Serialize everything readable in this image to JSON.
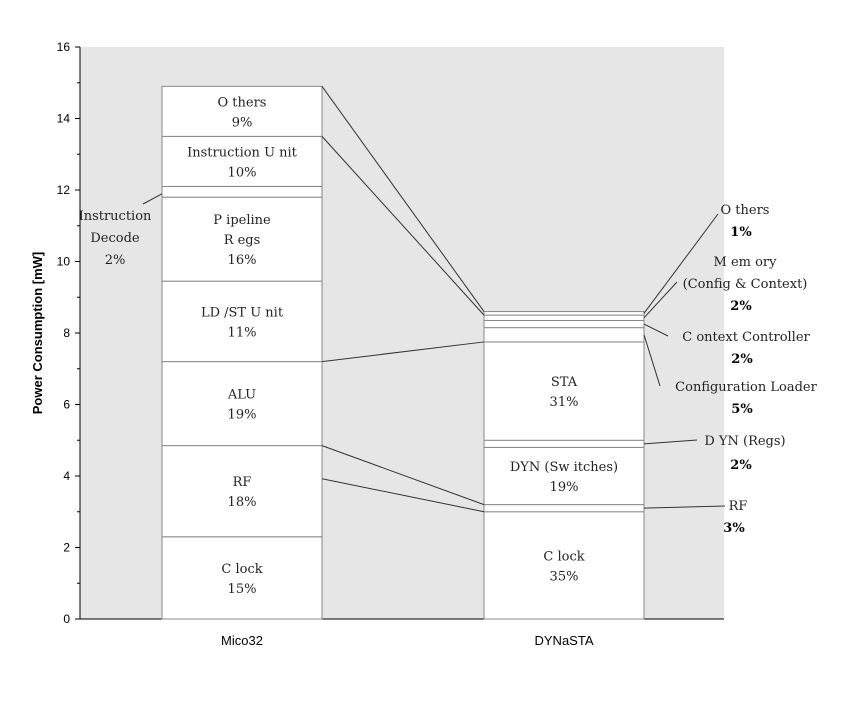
{
  "chart_data": {
    "type": "bar",
    "stacked": true,
    "xlabel": "",
    "ylabel": "Power Consumption [mW]",
    "ylim": [
      0,
      16
    ],
    "y_ticks": [
      "0",
      "2",
      "4",
      "6",
      "8",
      "10",
      "12",
      "14",
      "16"
    ],
    "grid": false,
    "categories": [
      "Mico32",
      "DYNaSTA"
    ],
    "stacks": [
      {
        "category": "Mico32",
        "segments": [
          {
            "name": "Clock",
            "value": 2.3,
            "label": "C lock",
            "pct": "15%"
          },
          {
            "name": "RF",
            "value": 2.55,
            "label": "RF",
            "pct": "18%"
          },
          {
            "name": "ALU",
            "value": 2.35,
            "label": "ALU",
            "pct": "19%"
          },
          {
            "name": "LD/ST Unit",
            "value": 2.25,
            "label": "LD /ST U nit",
            "pct": "11%"
          },
          {
            "name": "Pipeline Regs",
            "value": 2.35,
            "label": "P ipeline\nR egs",
            "pct": "16%"
          },
          {
            "name": "Instruction Decode",
            "value": 0.3,
            "label": "",
            "pct": ""
          },
          {
            "name": "Instruction Unit",
            "value": 1.4,
            "label": "Instruction U nit",
            "pct": "10%"
          },
          {
            "name": "Others",
            "value": 1.4,
            "label": "O thers",
            "pct": "9%"
          }
        ]
      },
      {
        "category": "DYNaSTA",
        "segments": [
          {
            "name": "Clock",
            "value": 3.0,
            "label": "C lock",
            "pct": "35%"
          },
          {
            "name": "RF",
            "value": 0.2,
            "label": "",
            "pct": ""
          },
          {
            "name": "DYN (Switches)",
            "value": 1.6,
            "label": "DYN (Sw itches)",
            "pct": "19%"
          },
          {
            "name": "DYN (Regs)",
            "value": 0.2,
            "label": "",
            "pct": ""
          },
          {
            "name": "STA",
            "value": 2.75,
            "label": "STA",
            "pct": "31%"
          },
          {
            "name": "Configuration Loader",
            "value": 0.4,
            "label": "",
            "pct": ""
          },
          {
            "name": "Context Controller",
            "value": 0.2,
            "label": "",
            "pct": ""
          },
          {
            "name": "Memory (Config & Context)",
            "value": 0.15,
            "label": "",
            "pct": ""
          },
          {
            "name": "Others",
            "value": 0.1,
            "label": "",
            "pct": ""
          }
        ]
      }
    ],
    "left_annotation": {
      "lines": [
        "Instruction",
        "Decode",
        "2%"
      ]
    },
    "right_annotations": [
      {
        "name": "Others",
        "lines": [
          "O thers",
          "1%"
        ]
      },
      {
        "name": "Memory (Config & Context)",
        "lines": [
          "M em ory",
          "(Config & Context)",
          "2%"
        ]
      },
      {
        "name": "Context Controller",
        "lines": [
          "C ontext Controller",
          "2%"
        ]
      },
      {
        "name": "Configuration Loader",
        "lines": [
          "Configuration Loader",
          "5%"
        ]
      },
      {
        "name": "DYN (Regs)",
        "lines": [
          "D YN (Regs)",
          "2%"
        ]
      },
      {
        "name": "RF",
        "lines": [
          "RF",
          "3%"
        ]
      }
    ]
  },
  "colors": {
    "plot_bg": "#e6e6e6",
    "bar_fill": "#ffffff",
    "bar_stroke": "#888888",
    "line": "#333333"
  }
}
